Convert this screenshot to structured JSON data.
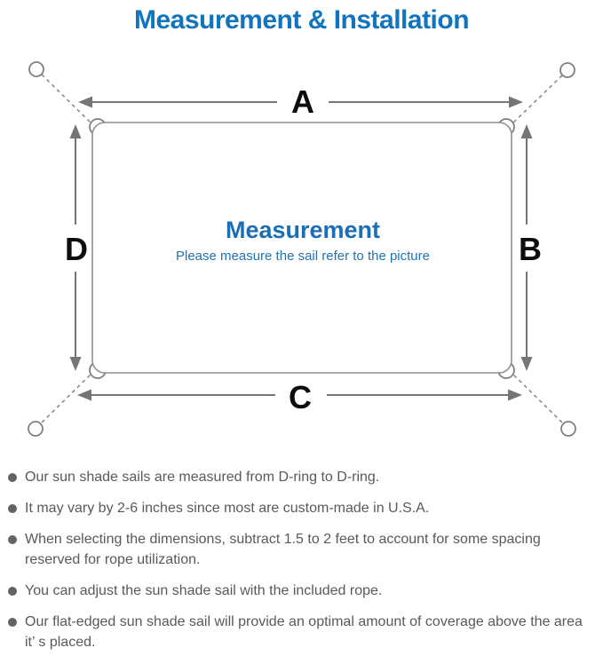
{
  "title": "Measurement & Installation",
  "diagram": {
    "center_title": "Measurement",
    "center_subtitle": "Please measure the sail refer to the picture",
    "side_labels": {
      "top": "A",
      "right": "B",
      "bottom": "C",
      "left": "D"
    },
    "colors": {
      "title_blue": "#1274bc",
      "center_heading_blue": "#1a6db6",
      "center_subtitle_blue": "#2173b5",
      "outline_gray": "#8a8a8a",
      "arrow_gray": "#757575",
      "letter_black": "#0d0d0d",
      "note_text_gray": "#595959"
    }
  },
  "notes": [
    "Our sun shade sails are measured from D-ring to D-ring.",
    "It may vary by 2-6 inches since most are custom-made in U.S.A.",
    "When selecting the dimensions, subtract 1.5 to 2 feet to account for some spacing reserved for rope utilization.",
    "You can adjust the sun shade sail with the included rope.",
    "Our flat-edged sun shade sail will provide an optimal amount of coverage above the area it’ s placed."
  ]
}
